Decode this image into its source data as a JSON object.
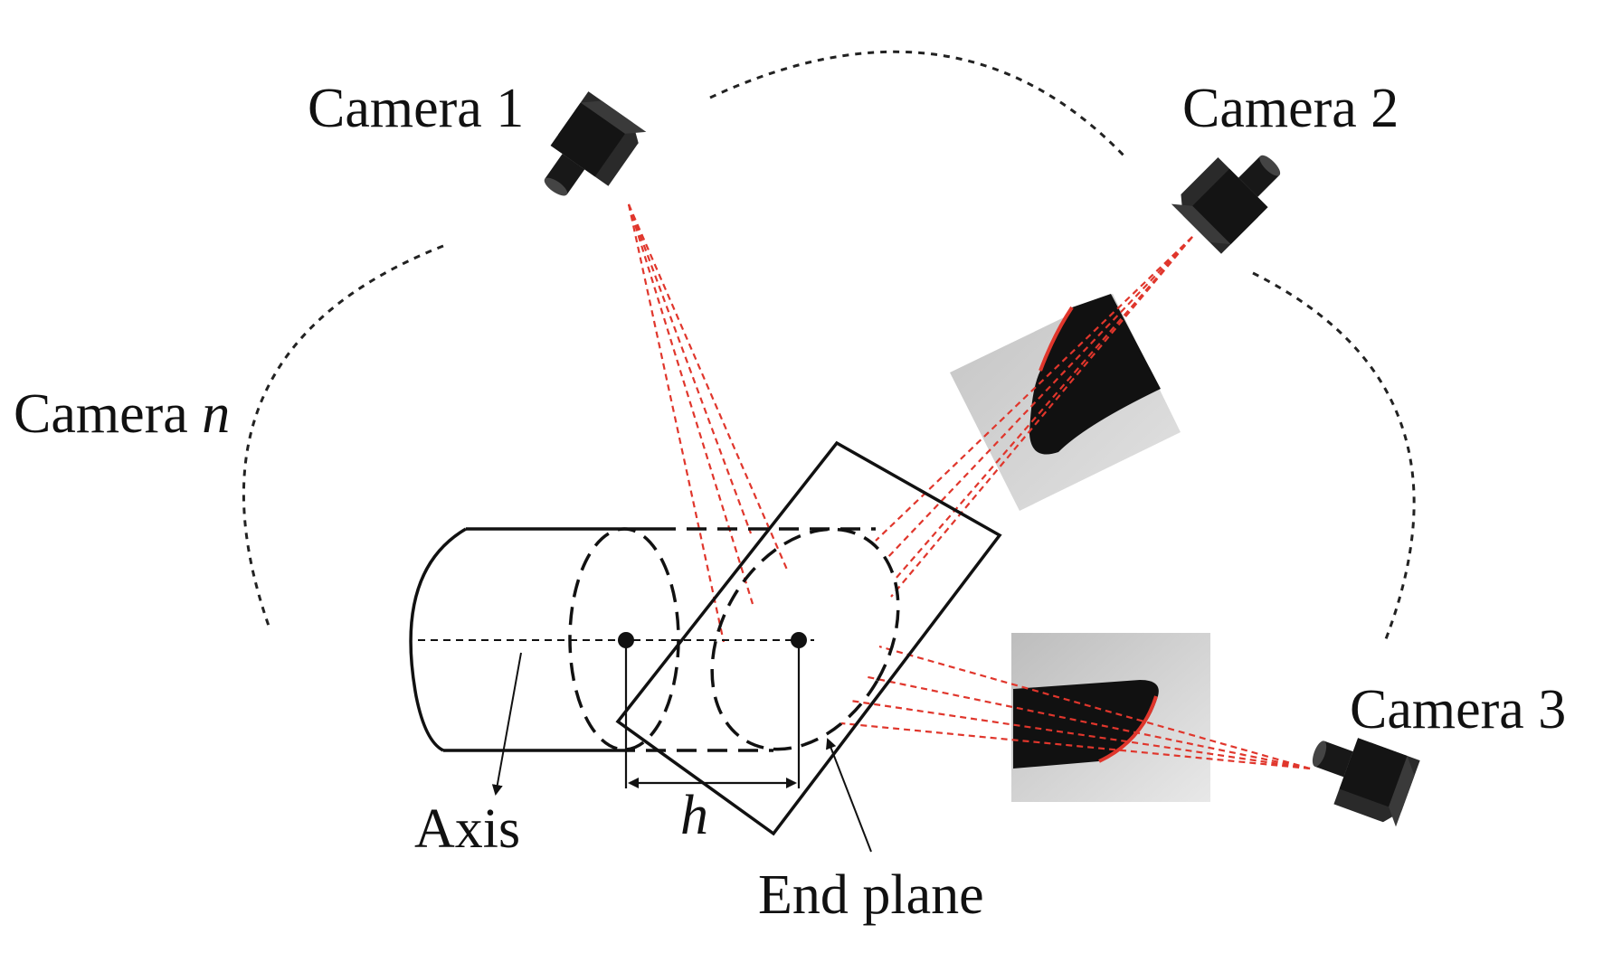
{
  "labels": {
    "camera_1": "Camera 1",
    "camera_2": "Camera 2",
    "camera_3": "Camera 3",
    "camera_n_prefix": "Camera ",
    "camera_n_var": "n",
    "axis": "Axis",
    "height_symbol": "h",
    "end_plane": "End plane"
  },
  "colors": {
    "ray": "#e0362c",
    "outline": "#111111",
    "arc": "#222222",
    "camera_body": "#1a1a1a",
    "photo_background": "#cfcfcf"
  },
  "icons": {
    "camera": "camera-icon"
  }
}
